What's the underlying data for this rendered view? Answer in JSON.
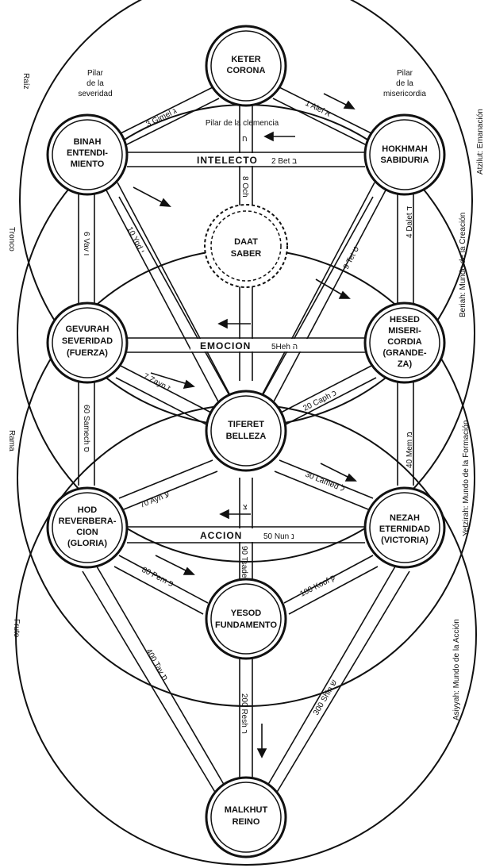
{
  "sefirot": {
    "keter": {
      "line1": "KETER",
      "line2": "CORONA",
      "line3": "",
      "line4": ""
    },
    "binah": {
      "line1": "BINAH",
      "line2": "ENTENDI-",
      "line3": "MIENTO",
      "line4": ""
    },
    "hokhmah": {
      "line1": "HOKHMAH",
      "line2": "SABIDURIA",
      "line3": "",
      "line4": ""
    },
    "daat": {
      "line1": "DAAT",
      "line2": "SABER",
      "line3": "",
      "line4": ""
    },
    "gevurah": {
      "line1": "GEVURAH",
      "line2": "SEVERIDAD",
      "line3": "(FUERZA)",
      "line4": ""
    },
    "hesed": {
      "line1": "HESED",
      "line2": "MISERI-",
      "line3": "CORDIA",
      "line4": "(GRANDE-"
    },
    "hesed_extra": "ZA)",
    "tiferet": {
      "line1": "TIFERET",
      "line2": "BELLEZA",
      "line3": "",
      "line4": ""
    },
    "hod": {
      "line1": "HOD",
      "line2": "REVERBERA-",
      "line3": "CION",
      "line4": "(GLORIA)"
    },
    "nezah": {
      "line1": "NEZAH",
      "line2": "ETERNIDAD",
      "line3": "(VICTORIA)",
      "line4": ""
    },
    "yesod": {
      "line1": "YESOD",
      "line2": "FUNDAMENTO",
      "line3": "",
      "line4": ""
    },
    "malkhut": {
      "line1": "MALKHUT",
      "line2": "REINO",
      "line3": "",
      "line4": ""
    }
  },
  "bars": {
    "intelecto": "INTELECTO",
    "intelecto_path": "2 Bet ב",
    "emocion": "EMOCION",
    "emocion_path": "5Heh ה",
    "accion": "ACCION",
    "accion_path": "50 Nun נ"
  },
  "paths": {
    "gimel": "3 Gimel ג",
    "alef": "1 Alef א",
    "dalet": "4 Dalet ד",
    "vav": "6 Vav ו",
    "yod": "10 Yod י",
    "tet": "9 Tet ט",
    "zayn": "7 Zayn ז",
    "caph": "20 Caph כ",
    "samech": "60 Samech ס",
    "mem": "40 Mem מ",
    "ayn": "70 Ayn ע",
    "lamed": "30 Lamed ל",
    "pem": "80 Pem פ",
    "koof": "100 Koof ק",
    "tsade": "90 Tsade",
    "tav": "400 Tav ת",
    "resh": "200 Resh ר",
    "shin": "300 Shin ש",
    "och": "8 Och",
    "hebrew_top": "ח",
    "hebrew_mid": "צ"
  },
  "pillars": {
    "left_line1": "Pilar",
    "left_line2": "de la",
    "left_line3": "severidad",
    "right_line1": "Pilar",
    "right_line2": "de la",
    "right_line3": "misericordia",
    "middle": "Pilar de la clemencia"
  },
  "side_labels": {
    "raiz": "Raíz",
    "tronco": "Tronco",
    "rama": "Rama",
    "fruto": "Fruto",
    "atzilut": "Atzilut: Emanación",
    "beriah": "Beriah: Mundo de la Creación",
    "yetzirah": "Yetzirah: Mundo de la Formación",
    "asiyyah": "Asiyyah: Mundo de la Acción"
  },
  "colors": {
    "ink": "#111111",
    "paper": "#ffffff"
  }
}
